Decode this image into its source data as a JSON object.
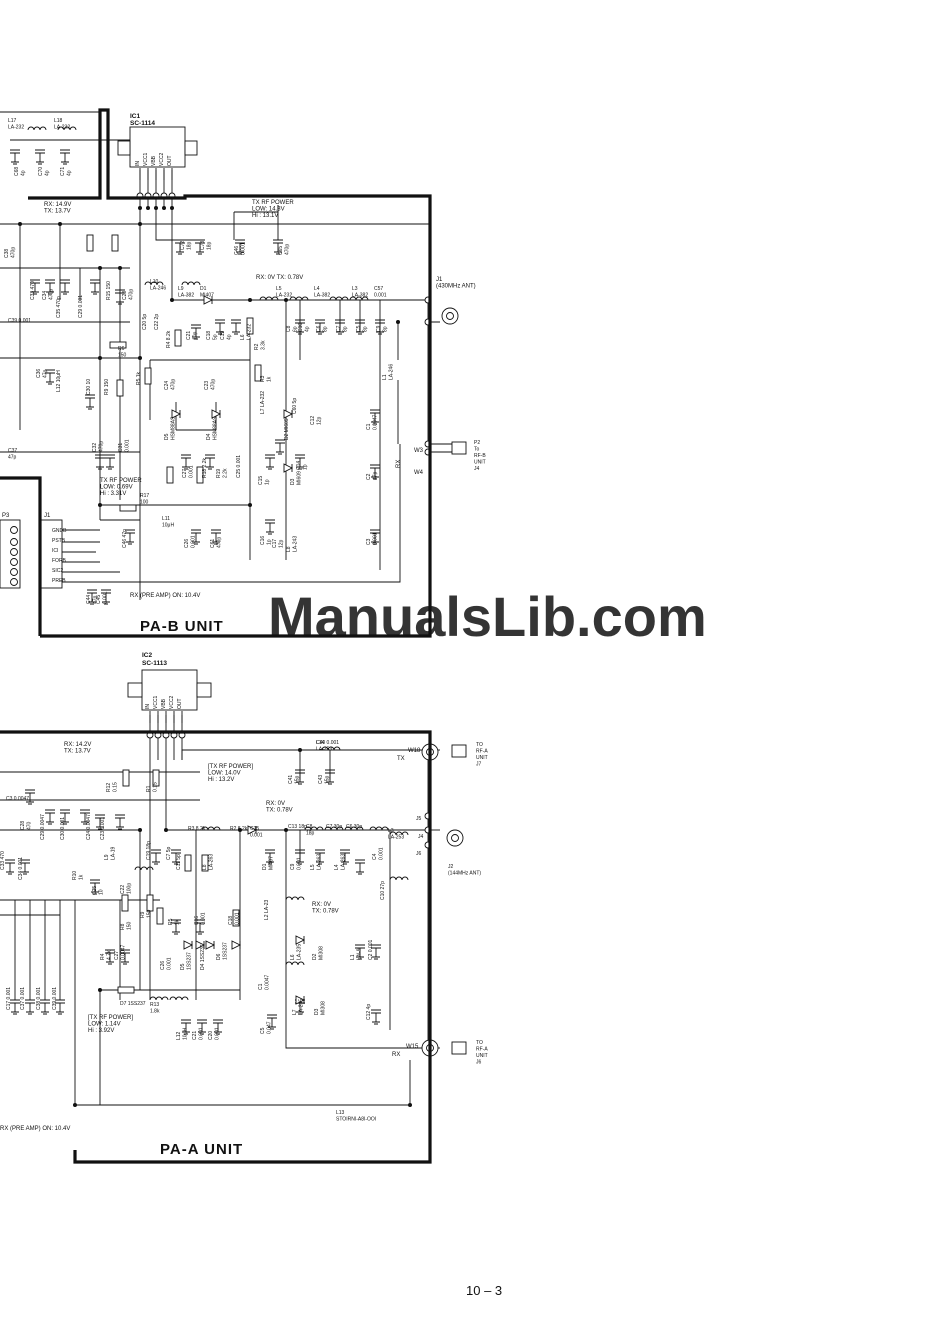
{
  "watermark": "ManualsLib.com",
  "page_number": "10 – 3",
  "pa_b": {
    "title": "PA-B UNIT",
    "ic_label": "IC1",
    "ic_part": "SC-1114",
    "ic_pins": [
      "IN",
      "VCC1",
      "VBB",
      "VCC2",
      "OUT"
    ],
    "note_rxtx": "RX: 14.9V\nTX: 13.7V",
    "note_txpower": "TX RF POWER\nLOW: 14.3V\nHi : 13.1V",
    "note_rxtx_diode": "RX: 0V  TX: 0.78V",
    "note_txpower2": "TX RF POWER\nLOW: 0.69V\nHi : 3.31V",
    "note_preamp": "RX (PRE AMP) ON: 10.4V",
    "antenna": "J1\n(430MHz ANT)",
    "connector_j1": "J1",
    "connector_p3": "P3",
    "connector_pins": [
      "GNDB",
      "PSTB",
      "ICI",
      "FORB",
      "SIC2",
      "PREB"
    ],
    "to_rfb": "P2\nTo\nRF-B\nUNIT\nJ4",
    "w_labels": [
      "W3",
      "W4"
    ],
    "rx_label": "RX",
    "labels": [
      "L17\nLA-232",
      "L18\nLA-232",
      "C68\n4p",
      "C70\n4p",
      "C71\n4p",
      "C38\n470p",
      "C33 470",
      "C34\n470p",
      "C35 470p",
      "C29 0.001",
      "R15 150",
      "R17\n100",
      "L11\n10μH",
      "C46 47p",
      "C26\n0.001",
      "C61\n470p",
      "C36\n47p",
      "L12 10μH",
      "C30 10",
      "R9 150",
      "C32\n470p",
      "C31\n0.001",
      "R6\n150",
      "R5 1k",
      "L10\nLA-246",
      "C28\n470p",
      "C20 5p",
      "C22 2p",
      "R4 8.2k",
      "L9\nLA-382",
      "D1\nMI407",
      "C21\n10p",
      "C18\n5p",
      "C19\n4p",
      "C72\n18p",
      "C73\n18p",
      "C46\n0.001",
      "C65\n470p",
      "L5\nLA-232",
      "L4\nLA-382",
      "L3\nLA-382",
      "C57\n0.001",
      "C8\n6p",
      "C10\n4p",
      "C6\n8p",
      "C7\n8p",
      "C5\n8p",
      "C9\n8p",
      "L7 LA-232",
      "C60 5p",
      "D2 MI609",
      "C12\n12p",
      "R3\n1k",
      "R2\n3.3k",
      "L6\nLA-232",
      "C24\n470p",
      "C23\n470p",
      "D5\nHSM88AS",
      "D4\nHSM88AS",
      "C27\n0.001",
      "R18 2.2k",
      "R19\n2.2k",
      "C25 0.001",
      "C15\n1p",
      "D3\nMI609",
      "C14\n1p",
      "C16\n1p",
      "C17\n12p",
      "L8\nLA-243",
      "L1\nLA-246",
      "C1\n0.0047",
      "C2\n47p",
      "C3\n0.001",
      "C37\n47p",
      "C39 0.001",
      "C44\n47p",
      "C45\n0.001"
    ]
  },
  "pa_a": {
    "title": "PA-A UNIT",
    "ic_label": "IC2",
    "ic_part": "SC-1113",
    "ic_pins": [
      "IN",
      "VCC1",
      "VBB",
      "VCC2",
      "OUT"
    ],
    "note_rxtx": "RX: 14.2V\nTX: 13.7V",
    "note_txpower": "[TX RF POWER]\nLOW: 14.0V\nHi : 13.2V",
    "note_rxtx_diode": "RX: 0V\nTX: 0.78V",
    "note_rxtx_diode2": "RX: 0V\nTX: 0.78V",
    "note_txpower2": "[TX RF POWER]\nLOW: 1.14V\nHi : 3.92V",
    "note_preamp": "RX (PRE AMP) ON: 10.4V",
    "antenna": "J2\n(144MHz ANT)",
    "to_rfa_j7": "TO\nRF-A\nUNIT\nJ7",
    "to_rfa_j6": "TO\nRF-A\nUNIT\nJ6",
    "w_labels": [
      "W18",
      "W15",
      "J5",
      "J4",
      "J6"
    ],
    "tx_label": "TX",
    "rx_label": "RX",
    "l13": "L13\nSTOIRNI-A8I-OOI",
    "labels": [
      "L14\nLA-253",
      "C41\n15p",
      "C43\n15p",
      "R12\n0.15",
      "R1\n0.15",
      "C3 0.0047",
      "C28\n470",
      "C29 0.0047",
      "C30 0.001",
      "C24 0.0047",
      "C23 0.001",
      "C33 470",
      "C34 0.001",
      "R10\n1k",
      "C25\n10",
      "L9\nLA-19",
      "C19 18p",
      "C7 5p",
      "C11 5p",
      "R3 8.2k",
      "L8\nLA-263",
      "R2 8.2k",
      "C15\n0.001",
      "D1\nMI407",
      "C13 18p",
      "C9\n0.001",
      "C8\n18p",
      "L5\nLA-263",
      "C7 30p",
      "L4\nLA-263",
      "C6 30p",
      "L3\nLA-253",
      "C4\n0.001",
      "L2 LA-23",
      "L6\nLA-235",
      "D2\nMI308",
      "C10 27p",
      "L1\nLW-9",
      "C2 0.001",
      "C1\n0.0047",
      "L7\nLA-235",
      "D3\nMI308",
      "C12 4p",
      "C5\n0.047",
      "C22\n100p",
      "R8\n150",
      "R9\n150",
      "R5\n1k",
      "C16\n0.001",
      "C18\n0.001",
      "R4\n4.7k",
      "C27\n0.0047",
      "C26\n0.001",
      "D5\n1SS237",
      "D6\n1SS237",
      "D4 1SS237",
      "D7 1SS237",
      "R13\n1.8k",
      "L12\n10μH",
      "C21\n0.001",
      "C20\n0.001",
      "C17 0.001",
      "C37 0.001",
      "C38 0.001",
      "C39 0.001",
      "C40 0.001"
    ]
  }
}
